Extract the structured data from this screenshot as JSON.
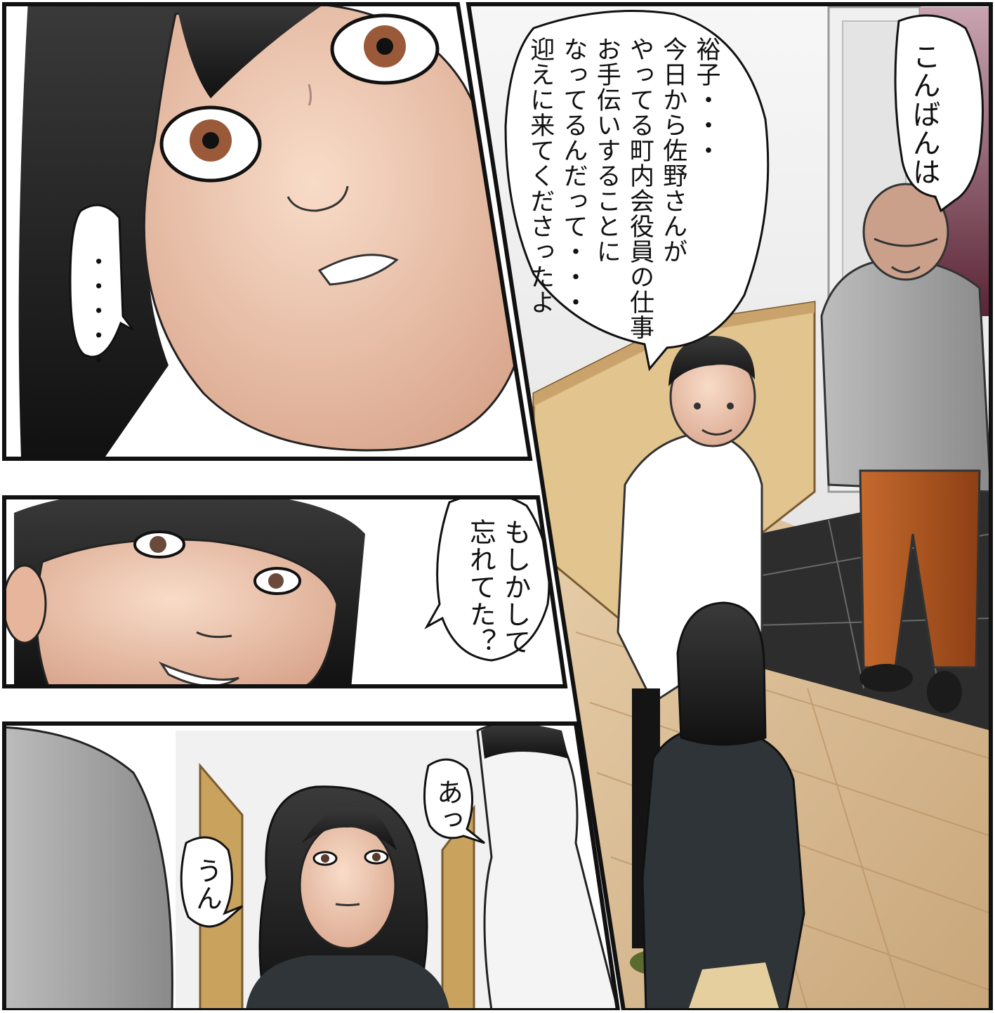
{
  "dialogue": {
    "greeting": "こんばんは",
    "explanation": "裕子・・・\n今日から佐野さんが\nやってる町内会役員の仕事\nお手伝いすることに\nなってるんだって・・・\n迎えに来てくださったよ",
    "silence": "・・・・・",
    "question": "もしかして\n忘れてた？",
    "ah": "あっ",
    "yes": "うん"
  },
  "colors": {
    "border": "#111111",
    "skin": "#f2c9b1",
    "hair": "#262626",
    "floor": "#d8b98f",
    "tile": "#2b2b2b",
    "wall": "#ededed",
    "accent_pink": "#7d3b4f",
    "trousers": "#b0561e"
  }
}
